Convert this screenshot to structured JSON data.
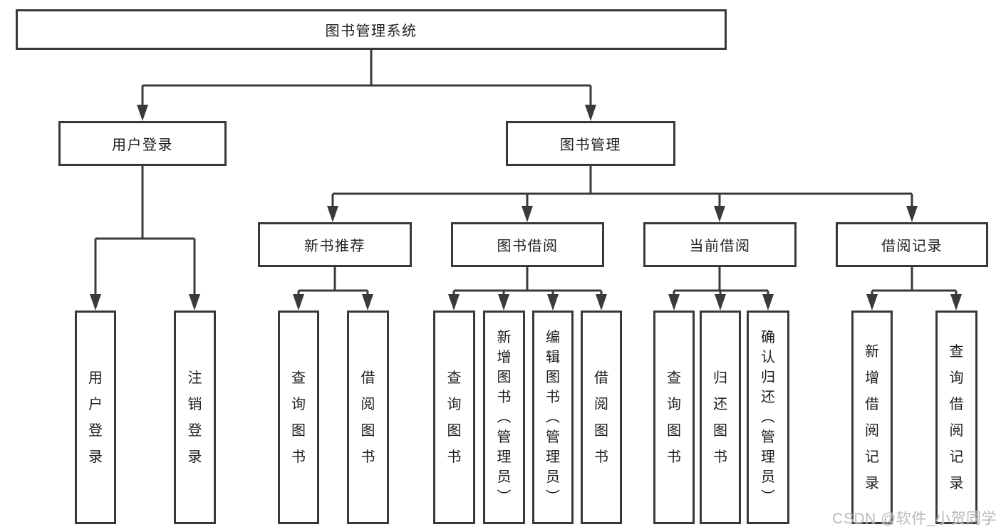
{
  "tree": {
    "root": "图书管理系统",
    "branches": [
      {
        "label": "用户登录",
        "leaves": [
          "用户登录",
          "注销登录"
        ]
      },
      {
        "label": "图书管理",
        "sub": [
          {
            "label": "新书推荐",
            "leaves": [
              "查询图书",
              "借阅图书"
            ]
          },
          {
            "label": "图书借阅",
            "leaves": [
              "查询图书",
              "新增图书（管理员）",
              "编辑图书（管理员）",
              "借阅图书"
            ]
          },
          {
            "label": "当前借阅",
            "leaves": [
              "查询图书",
              "归还图书",
              "确认归还（管理员）"
            ]
          },
          {
            "label": "借阅记录",
            "leaves": [
              "新增借阅记录",
              "查询借阅记录"
            ]
          }
        ]
      }
    ]
  },
  "watermark": {
    "text": "CSDN @软件_小贺同学"
  },
  "colors": {
    "line": "#3a3a3a",
    "border": "#383838",
    "text": "#1e1e1e",
    "watermark": "#b9b9b9"
  }
}
